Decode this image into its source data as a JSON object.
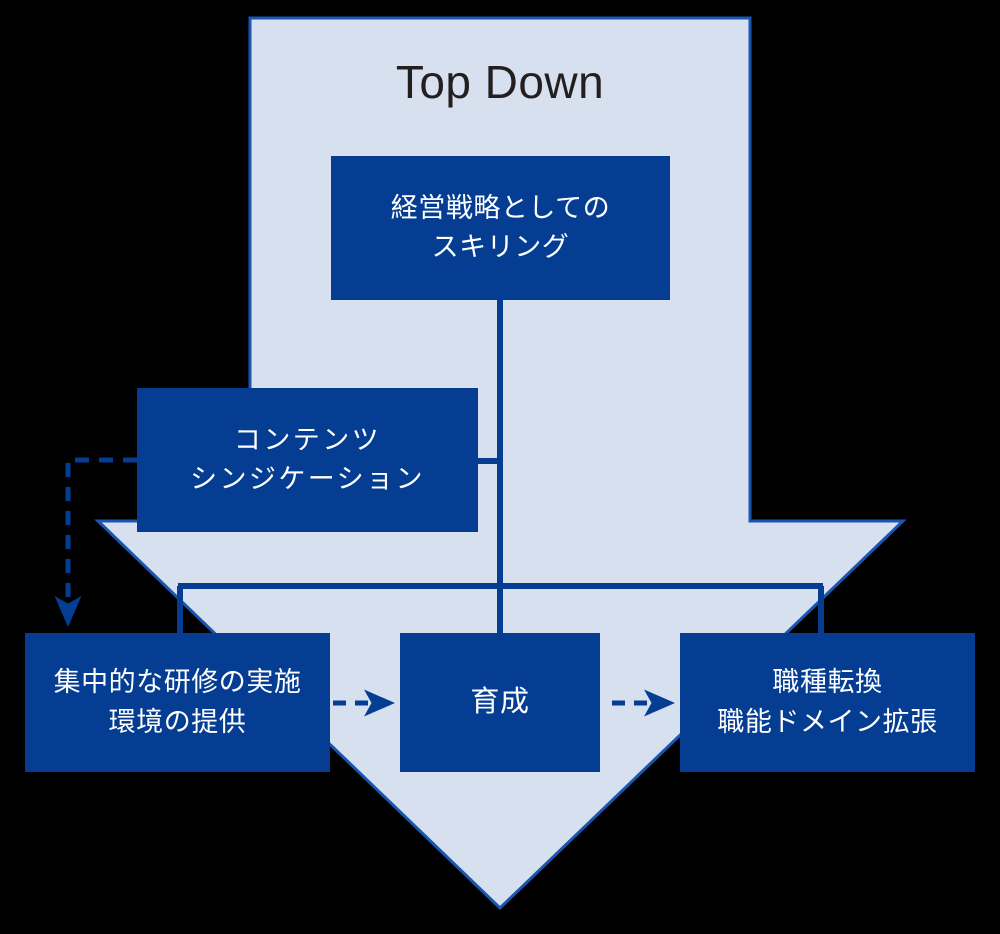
{
  "colors": {
    "panel_fill": "#d7e0ee",
    "panel_stroke": "#1a56b0",
    "node_fill": "#043d91",
    "node_text": "#ffffff",
    "connector": "#043d91",
    "title_text": "#231f20",
    "background": "#000000"
  },
  "title": {
    "label": "Top Down"
  },
  "nodes": {
    "strategy": {
      "name": "strategy",
      "lines": [
        "経営戦略としての",
        "スキリング"
      ]
    },
    "syndication": {
      "name": "content-syndication",
      "lines": [
        "コンテンツ",
        "シンジケーション"
      ]
    },
    "training": {
      "name": "intensive-training",
      "lines": [
        "集中的な研修の実施",
        "環境の提供"
      ]
    },
    "develop": {
      "name": "development",
      "lines": [
        "育成"
      ]
    },
    "jobchange": {
      "name": "job-change",
      "lines": [
        "職種転換",
        "職能ドメイン拡張"
      ]
    }
  },
  "connectors": {
    "strategy_to_bus": "vertical line from strategy box down to distribution bar",
    "syndication_stub": "short horizontal line from syndication box to center spine",
    "distribution_bar": "horizontal bar feeding three bottom boxes",
    "dashed_syndication_to_training": "dashed elbow arrow from syndication left edge to training box",
    "dashed_training_to_develop": "dashed arrow training to development",
    "dashed_develop_to_jobchange": "dashed arrow development to job change"
  },
  "shape": {
    "big_arrow": "large downward block arrow background panel"
  }
}
